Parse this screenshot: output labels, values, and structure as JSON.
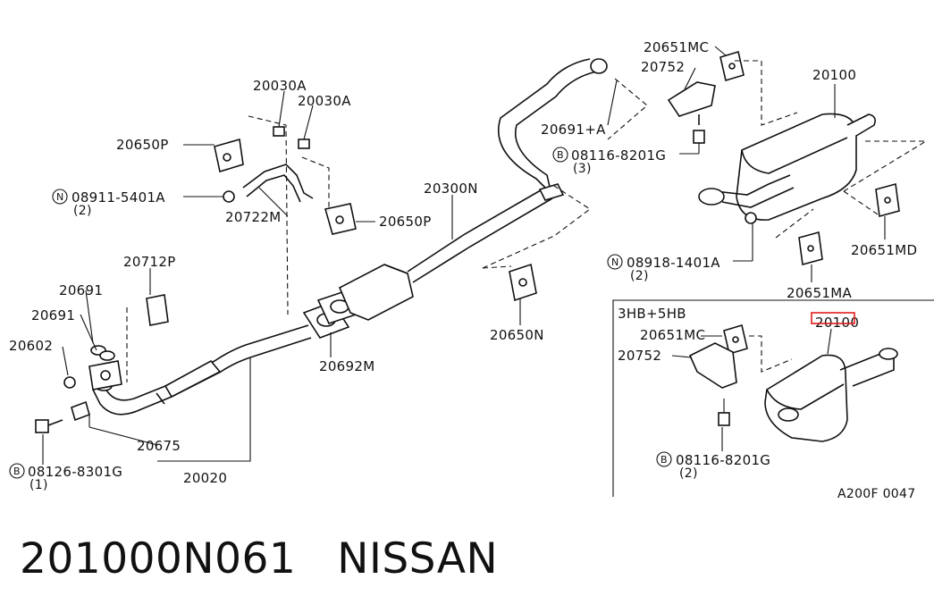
{
  "diagram": {
    "callouts": {
      "p20030A_1": "20030A",
      "p20030A_2": "20030A",
      "p20650P_1": "20650P",
      "p20650P_2": "20650P",
      "p08911": "08911-5401A",
      "p08911_qty": "(2)",
      "p20722M": "20722M",
      "p20300N": "20300N",
      "p20712P": "20712P",
      "p20691_1": "20691",
      "p20691_2": "20691",
      "p20602": "20602",
      "p20692M": "20692M",
      "p20650N": "20650N",
      "p20675": "20675",
      "p20020": "20020",
      "p08126": "08126-8301G",
      "p08126_qty": "(1)",
      "p20651MC": "20651MC",
      "p20752": "20752",
      "p20100": "20100",
      "p20691A": "20691+A",
      "p08116": "08116-8201G",
      "p08116_qty": "(3)",
      "p20651MD": "20651MD",
      "p08918": "08918-1401A",
      "p08918_qty": "(2)",
      "p20651MA": "20651MA"
    },
    "prefix_N": "N",
    "prefix_B": "B",
    "inset": {
      "title": "3HB+5HB",
      "p20100": "20100",
      "p20651MC": "20651MC",
      "p20752": "20752",
      "p08116": "08116-8201G",
      "p08116_qty": "(2)"
    },
    "figure_code": "A200F 0047",
    "highlight_color": "#e31b1b"
  },
  "footer": {
    "part_number": "201000N061",
    "brand": "NISSAN"
  }
}
